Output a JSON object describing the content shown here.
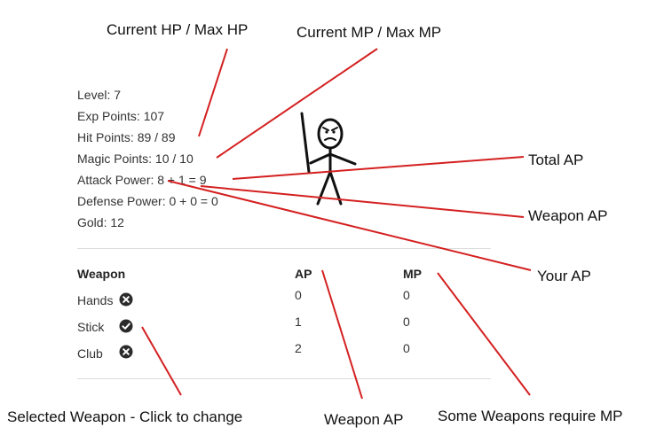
{
  "stats": {
    "level": "Level: 7",
    "exp": "Exp Points: 107",
    "hp": "Hit Points: 89 / 89",
    "mp": "Magic Points: 10 / 10",
    "attack": "Attack Power: 8 + 1 = 9",
    "defense": "Defense Power: 0 + 0 = 0",
    "gold": "Gold: 12"
  },
  "table": {
    "headers": {
      "weapon": "Weapon",
      "ap": "AP",
      "mp": "MP"
    },
    "rows": [
      {
        "name": "Hands",
        "ap": "0",
        "mp": "0",
        "selected": false,
        "icon": "x-circle-icon"
      },
      {
        "name": "Stick",
        "ap": "1",
        "mp": "0",
        "selected": true,
        "icon": "check-circle-icon"
      },
      {
        "name": "Club",
        "ap": "2",
        "mp": "0",
        "selected": false,
        "icon": "x-circle-icon"
      }
    ]
  },
  "annotations": {
    "current_hp": "Current HP / Max HP",
    "current_mp": "Current MP / Max MP",
    "total_ap": "Total AP",
    "weapon_ap_right": "Weapon AP",
    "your_ap": "Your AP",
    "selected_weapon": "Selected Weapon - Click to change",
    "weapon_ap_bottom": "Weapon AP",
    "some_weapons": "Some Weapons require MP"
  },
  "colors": {
    "annotation_line": "#d42020",
    "icon": "#2b2b2b",
    "divider": "#dddddd"
  }
}
